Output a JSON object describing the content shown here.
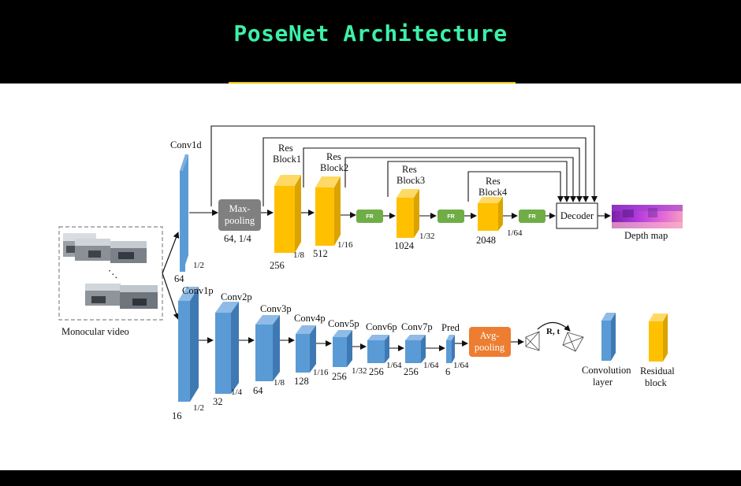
{
  "title": "PoseNet Architecture",
  "colors": {
    "title": "#3cf0a8",
    "conv": "#5b9bd5",
    "res": "#ffc000",
    "fr": "#70ad47",
    "pool": "#808080",
    "avg": "#ed7d31"
  },
  "input": {
    "label": "Monocular video"
  },
  "depth_branch": {
    "conv1": {
      "name": "Conv1d",
      "channels": "64",
      "scale": "1/2"
    },
    "maxpool": {
      "line1": "Max-",
      "line2": "pooling",
      "sub": "64, 1/4"
    },
    "res1": {
      "line1": "Res",
      "line2": "Block1",
      "channels": "256",
      "scale": "1/8"
    },
    "res2": {
      "line1": "Res",
      "line2": "Block2",
      "channels": "512",
      "scale": "1/16"
    },
    "res3": {
      "line1": "Res",
      "line2": "Block3",
      "channels": "1024",
      "scale": "1/32"
    },
    "res4": {
      "line1": "Res",
      "line2": "Block4",
      "channels": "2048",
      "scale": "1/64"
    },
    "fr": "FR",
    "decoder": "Decoder",
    "output": "Depth map"
  },
  "pose_branch": {
    "layers": [
      {
        "name": "Conv1p",
        "channels": "16",
        "scale": "1/2"
      },
      {
        "name": "Conv2p",
        "channels": "32",
        "scale": "1/4"
      },
      {
        "name": "Conv3p",
        "channels": "64",
        "scale": "1/8"
      },
      {
        "name": "Conv4p",
        "channels": "128",
        "scale": "1/16"
      },
      {
        "name": "Conv5p",
        "channels": "256",
        "scale": "1/32"
      },
      {
        "name": "Conv6p",
        "channels": "256",
        "scale": "1/64"
      },
      {
        "name": "Conv7p",
        "channels": "256",
        "scale": "1/64"
      },
      {
        "name": "Pred",
        "channels": "6",
        "scale": "1/64"
      }
    ],
    "avgpool": {
      "line1": "Avg-",
      "line2": "pooling"
    },
    "pose_output": "R, t"
  },
  "legend": {
    "conv": {
      "line1": "Convolution",
      "line2": "layer"
    },
    "res": {
      "line1": "Residual",
      "line2": "block"
    }
  }
}
